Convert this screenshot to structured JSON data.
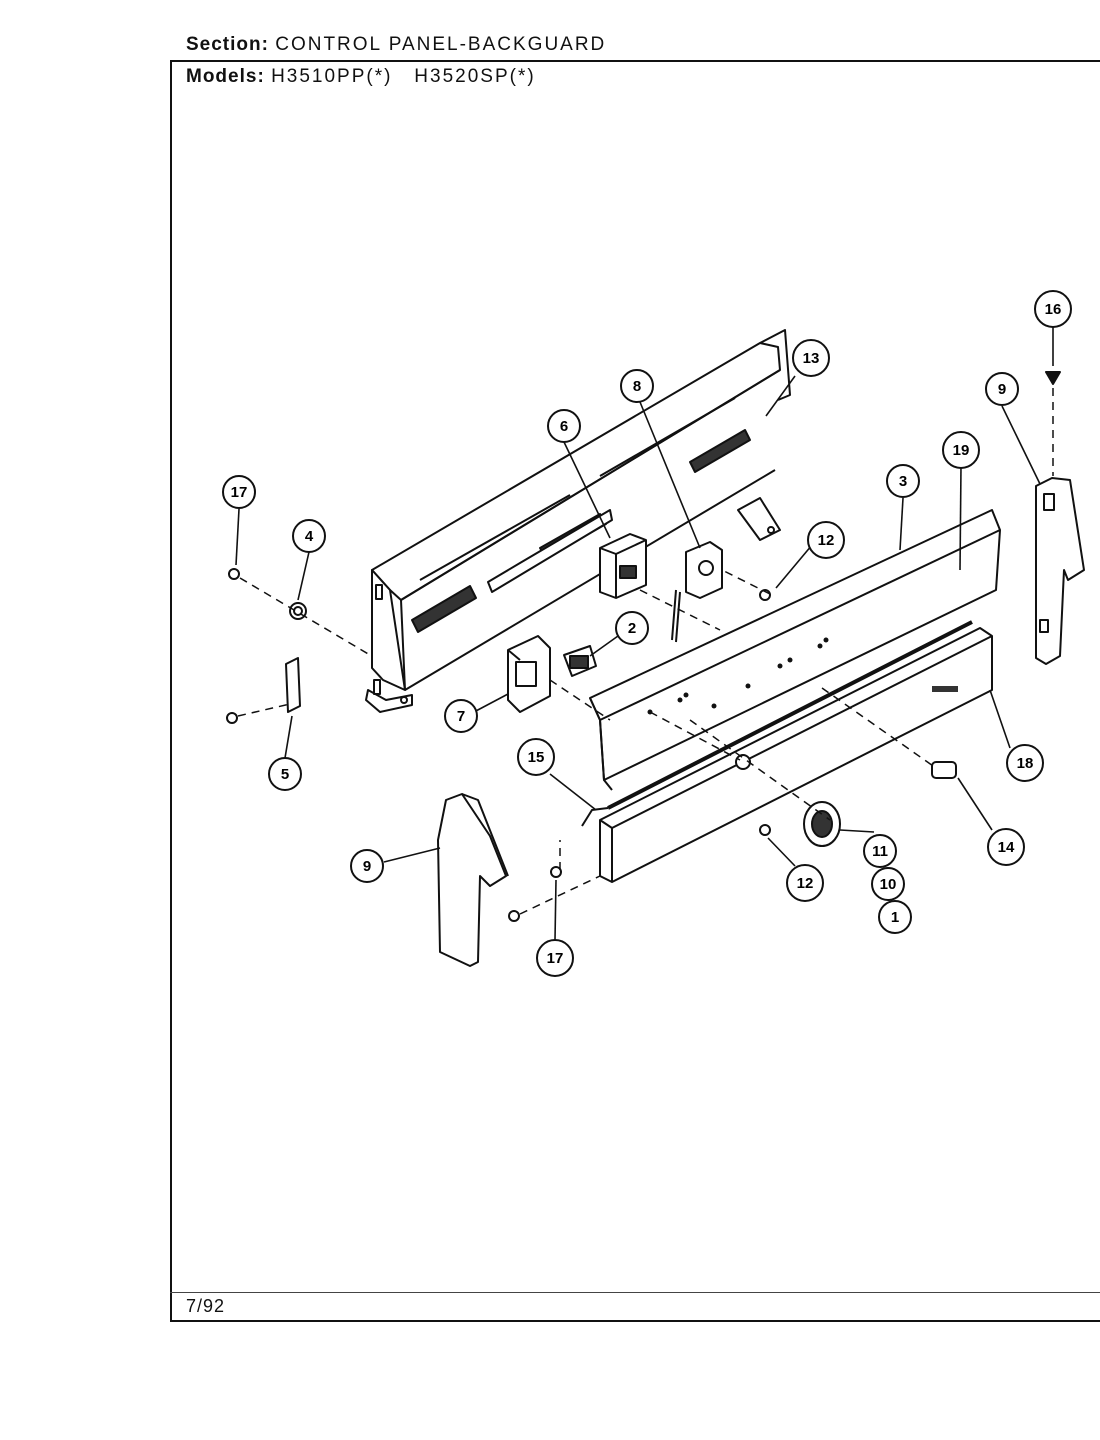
{
  "header": {
    "section_label": "Section:",
    "section_value": "CONTROL PANEL-BACKGUARD",
    "models_label": "Models:",
    "models_value": "H3510PP(*)   H3520SP(*)"
  },
  "footer": {
    "date": "7/92"
  },
  "callouts": {
    "c1": "1",
    "c2": "2",
    "c3": "3",
    "c4": "4",
    "c5": "5",
    "c6": "6",
    "c7": "7",
    "c8": "8",
    "c9a": "9",
    "c9b": "9",
    "c10": "10",
    "c11": "11",
    "c12a": "12",
    "c12b": "12",
    "c13": "13",
    "c14": "14",
    "c15": "15",
    "c16": "16",
    "c17a": "17",
    "c17b": "17",
    "c18": "18",
    "c19": "19"
  }
}
